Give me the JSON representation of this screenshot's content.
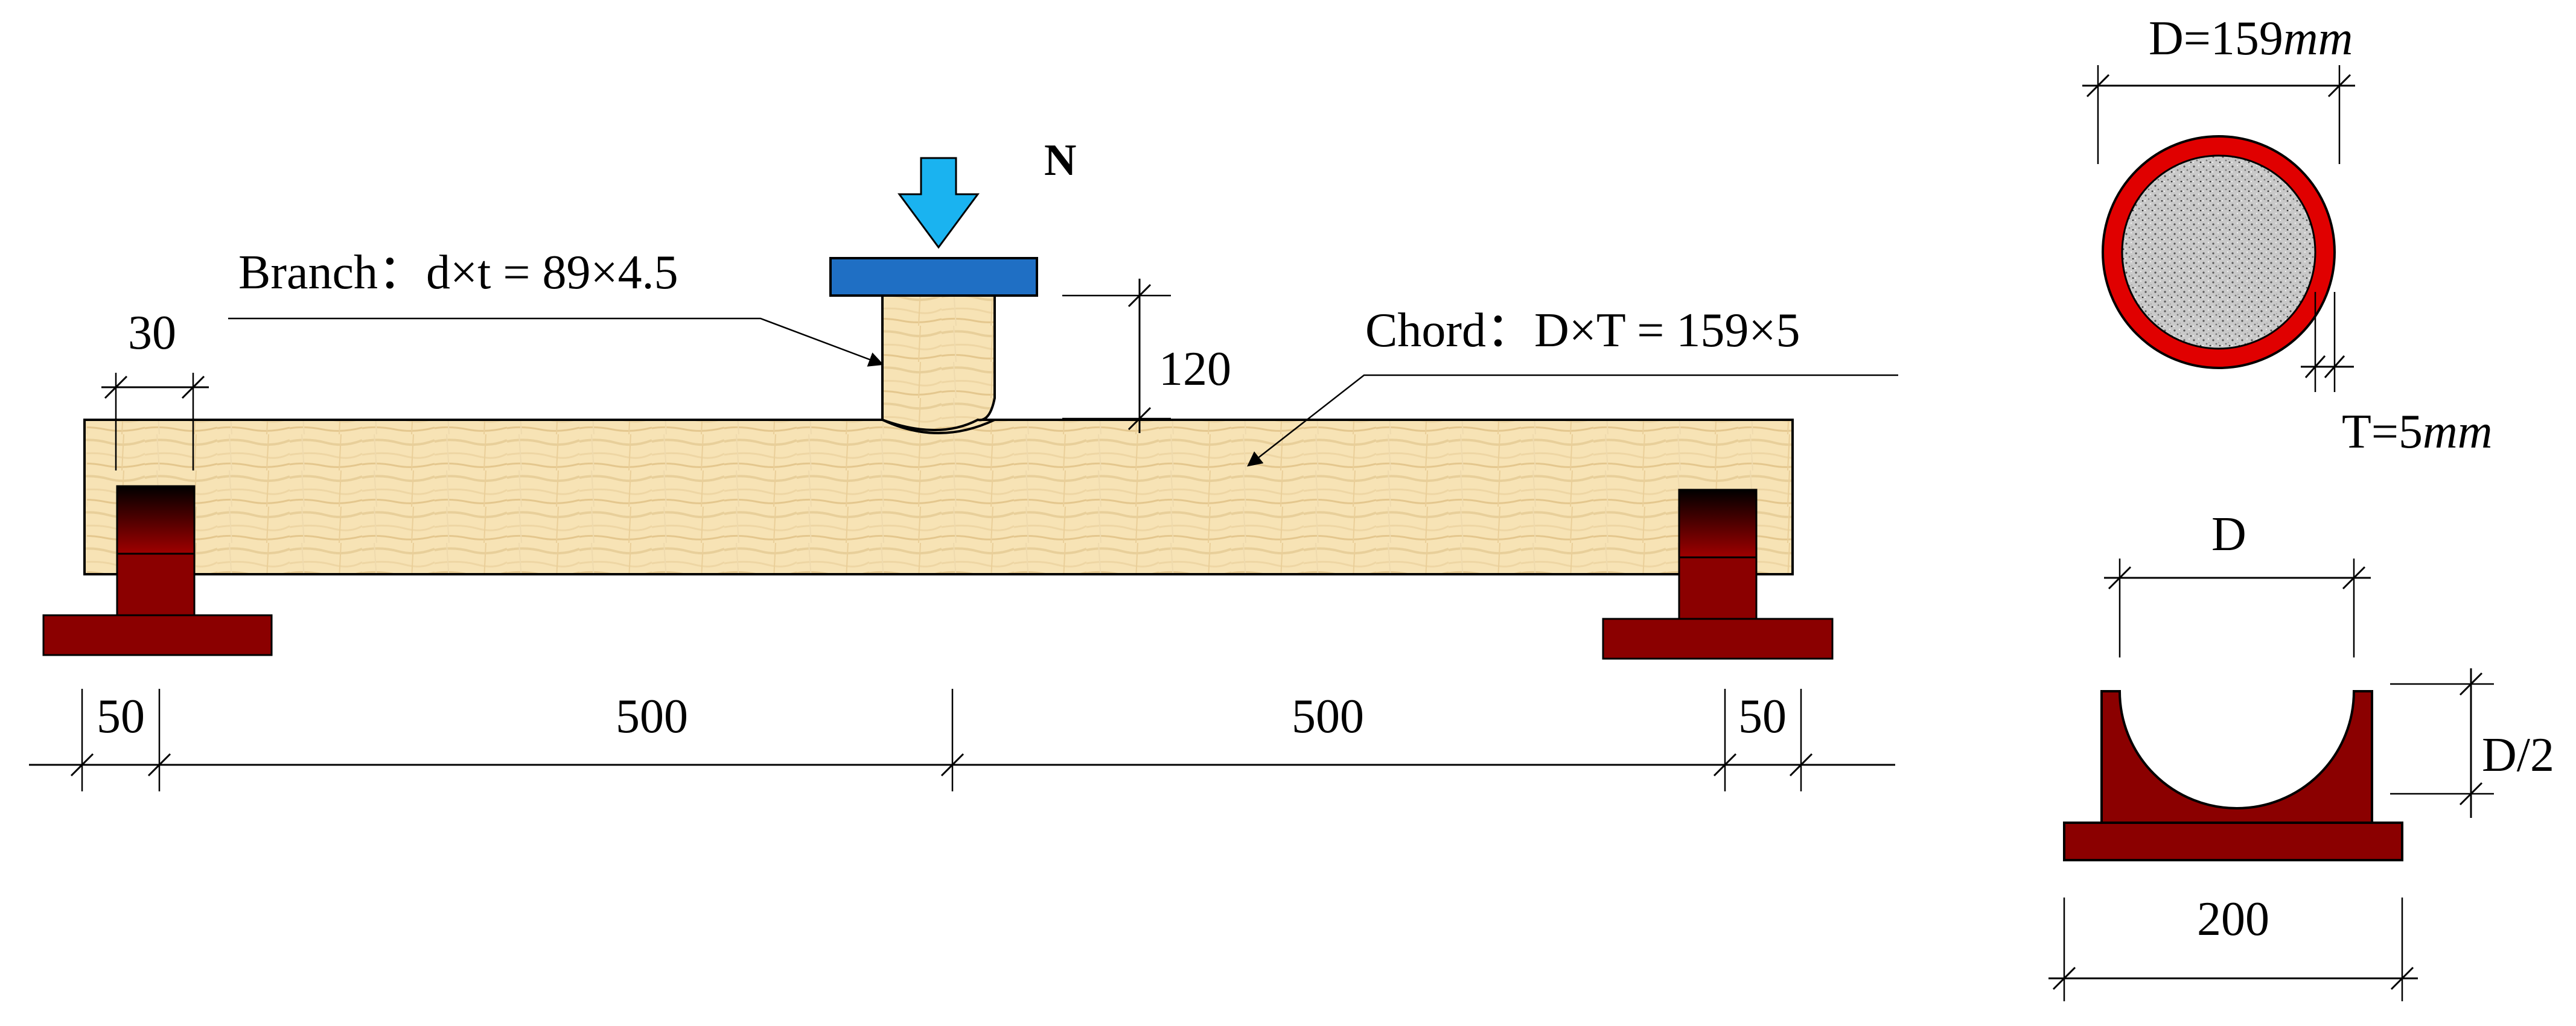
{
  "labels": {
    "load": "N",
    "branch": "Branch：d×t = 89×4.5",
    "chord": "Chord：D×T = 159×5",
    "branch_height": "120",
    "support_width": "30",
    "edge_left": "50",
    "span_left": "500",
    "span_right": "500",
    "edge_right": "50",
    "section_diameter_prefix": "D=159",
    "section_diameter_unit": "mm",
    "section_thickness_prefix": "T=5",
    "section_thickness_unit": "mm",
    "saddle_D": "D",
    "saddle_half_D": "D/2",
    "saddle_width": "200"
  },
  "colors": {
    "wood_light": "#f7e3b5",
    "wood_dark": "#e6c98c",
    "steel_red": "#8b0000",
    "steel_pad_top": "#000000",
    "loading_plate": "#1f6fc4",
    "load_arrow": "#1ab3f0",
    "tube_wall": "#e00000",
    "concrete": "#c8c8c8"
  }
}
